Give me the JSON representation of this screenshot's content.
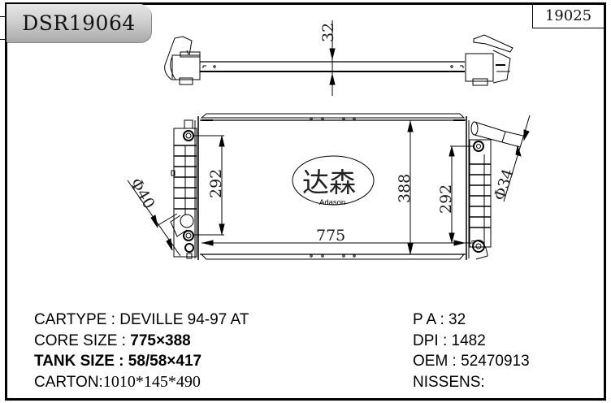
{
  "header": {
    "model_code": "DSR19064",
    "reference_code": "19025"
  },
  "drawing": {
    "top_view": {
      "thickness_dim": "32"
    },
    "front_view": {
      "core_width_dim": "775",
      "core_height_dim": "388",
      "left_tank_dim": "292",
      "right_tank_dim": "292",
      "inlet_diameter_dim": "Φ40",
      "outlet_diameter_dim": "Φ34"
    },
    "logo": {
      "chinese": "达森",
      "brand": "Adason"
    }
  },
  "specs": {
    "cartype": {
      "label": "CARTYPE : ",
      "value": "DEVILLE 94-97 AT"
    },
    "core_size": {
      "label": "CORE SIZE : ",
      "value": "775×388"
    },
    "tank_size": {
      "label": "TANK SIZE : ",
      "value": "58/58×417"
    },
    "carton": {
      "label": "CARTON:",
      "value": "1010*145*490"
    },
    "pa": {
      "label": "P A : ",
      "value": "32"
    },
    "dpi": {
      "label": "DPI : ",
      "value": "1482"
    },
    "oem": {
      "label": "OEM : ",
      "value": "52470913"
    },
    "nissens": {
      "label": "NISSENS:",
      "value": ""
    }
  }
}
